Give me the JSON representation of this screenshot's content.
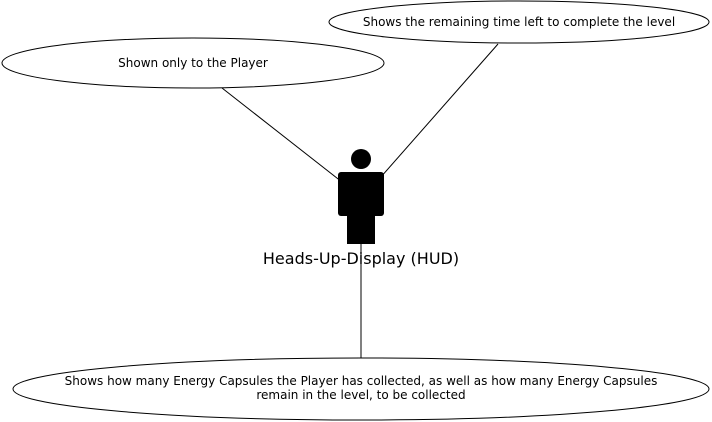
{
  "diagram": {
    "actor": {
      "label": "Heads-Up-Display (HUD)",
      "icon": "person-icon"
    },
    "notes": {
      "remaining_time": "Shows the remaining time left to complete the level",
      "player_only": "Shown only to the Player",
      "energy_line1": "Shows how many Energy Capsules the Player has collected, as well as how many Energy Capsules",
      "energy_line2": "remain in the level, to be collected"
    }
  }
}
